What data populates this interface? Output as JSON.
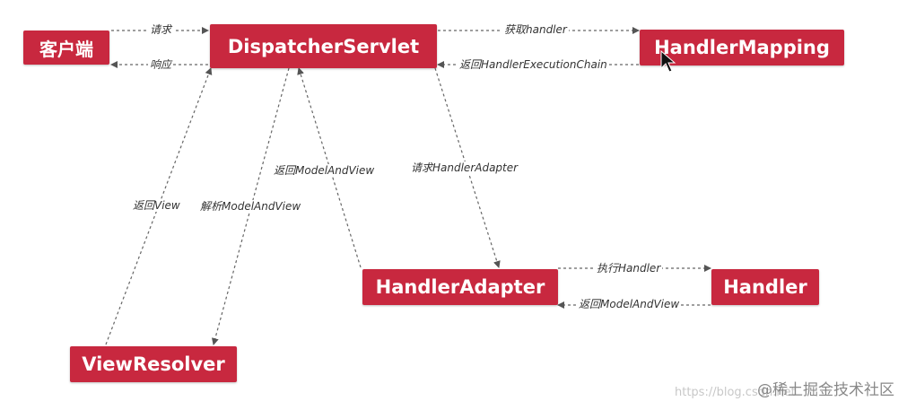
{
  "nodes": {
    "client": "客户端",
    "dispatcher": "DispatcherServlet",
    "handler_mapping": "HandlerMapping",
    "handler_adapter": "HandlerAdapter",
    "handler": "Handler",
    "view_resolver": "ViewResolver"
  },
  "edges": {
    "request": "请求",
    "response": "响应",
    "get_handler": "获取handler",
    "return_chain": "返回HandlerExecutionChain",
    "request_adapter": "请求HandlerAdapter",
    "execute_handler": "执行Handler",
    "return_mav_handler": "返回ModelAndView",
    "return_mav_adapter": "返回ModelAndView",
    "resolve_mav": "解析ModelAndView",
    "return_view": "返回View"
  },
  "colors": {
    "node_fill": "#c8283f",
    "node_text": "#ffffff",
    "edge": "#666666"
  },
  "watermark": "@稀土掘金技术社区",
  "url": "https://blog.csdn.net"
}
